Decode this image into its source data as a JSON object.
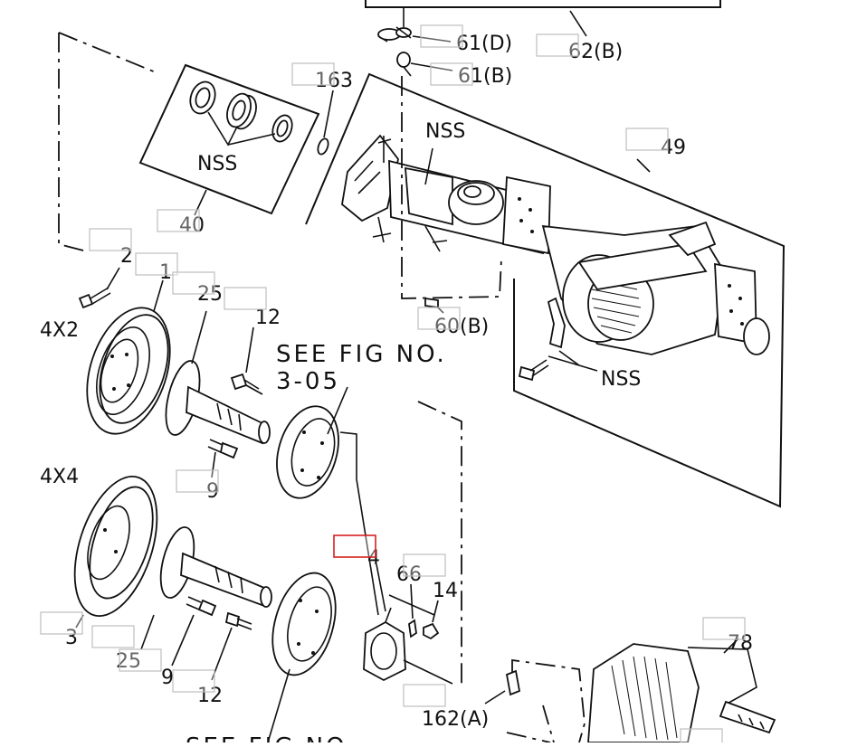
{
  "labels": {
    "p61d": "61(D)",
    "p62b": "62(B)",
    "p61b": "61(B)",
    "p163": "163",
    "nss_seals": "NSS",
    "nss_housing": "NSS",
    "p49": "49",
    "p40": "40",
    "p2": "2",
    "p1": "1",
    "p25_top": "25",
    "p12_top": "12",
    "label_4x2": "4X2",
    "see_fig_top_line1": "SEE FIG NO.",
    "see_fig_top_line2": "3-05",
    "p60b": "60(B)",
    "nss_bolt": "NSS",
    "p9_top": "9",
    "label_4x4": "4X4",
    "p4": "4",
    "p66": "66",
    "p14": "14",
    "p78": "78",
    "p3": "3",
    "p25_bottom": "25",
    "p9_bottom": "9",
    "p12_bottom": "12",
    "p162a": "162(A)",
    "see_fig_bottom": "SEE FIG NO."
  },
  "hotspots": [
    {
      "part": "61(D)",
      "selected": false
    },
    {
      "part": "62(B)",
      "selected": false
    },
    {
      "part": "61(B)",
      "selected": false
    },
    {
      "part": "163",
      "selected": false
    },
    {
      "part": "49",
      "selected": false
    },
    {
      "part": "40",
      "selected": false
    },
    {
      "part": "2",
      "selected": false
    },
    {
      "part": "1",
      "selected": false
    },
    {
      "part": "25",
      "selected": false
    },
    {
      "part": "12",
      "selected": false
    },
    {
      "part": "60(B)",
      "selected": false
    },
    {
      "part": "9",
      "selected": false
    },
    {
      "part": "4",
      "selected": true
    },
    {
      "part": "66",
      "selected": false
    },
    {
      "part": "78",
      "selected": false
    },
    {
      "part": "3",
      "selected": false
    },
    {
      "part": "25",
      "selected": false
    },
    {
      "part": "9",
      "selected": false
    },
    {
      "part": "12",
      "selected": false
    },
    {
      "part": "162(A)",
      "selected": false
    }
  ]
}
